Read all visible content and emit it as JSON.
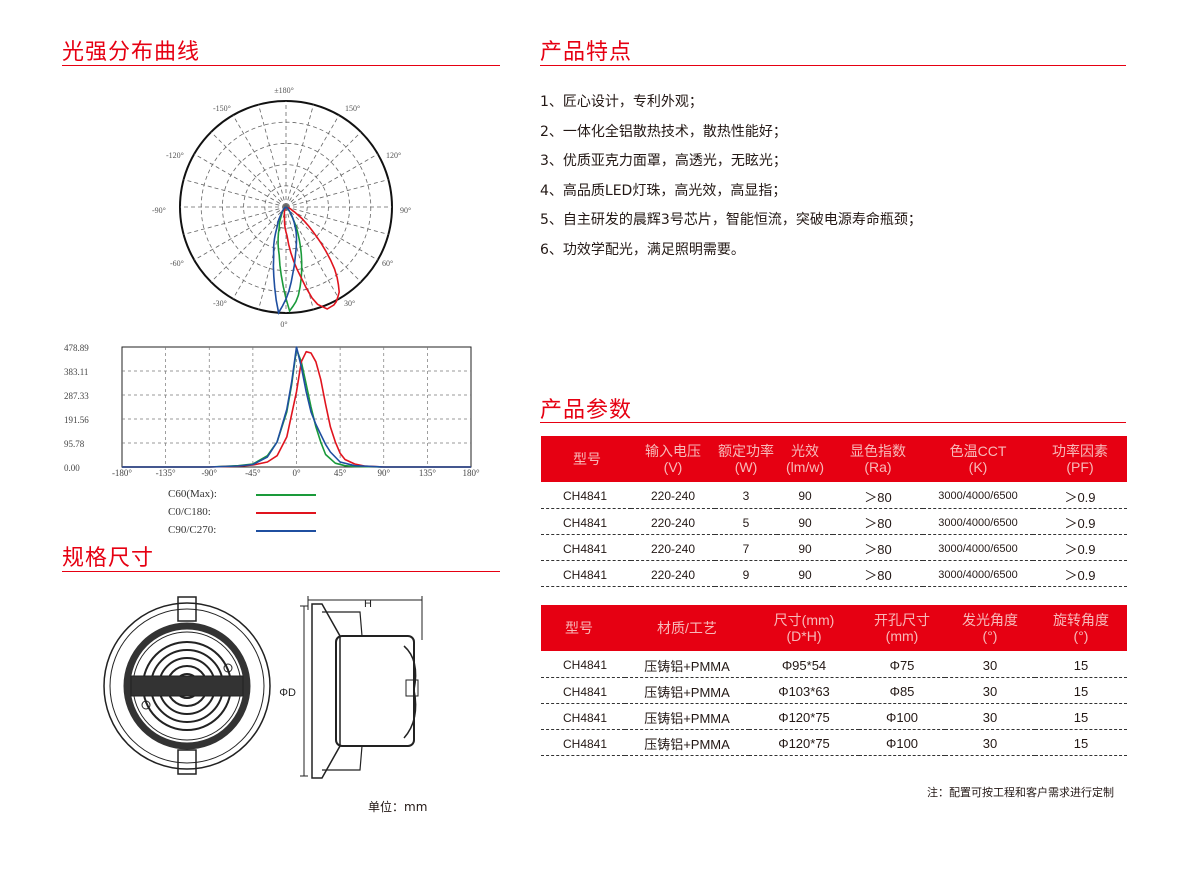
{
  "left_title": "光强分布曲线",
  "features_title": "产品特点",
  "features": [
    "1、匠心设计，专利外观；",
    "2、一体化全铝散热技术，散热性能好；",
    "3、优质亚克力面罩，高透光，无眩光；",
    "4、高品质LED灯珠，高光效，高显指；",
    "5、自主研发的晨辉3号芯片，智能恒流，突破电源寿命瓶颈；",
    "6、功效学配光，满足照明需要。"
  ],
  "params_title": "产品参数",
  "spec_title": "规格尺寸",
  "table1": {
    "headers": [
      [
        "型号"
      ],
      [
        "输入电压",
        "(V)"
      ],
      [
        "额定功率",
        "(W)"
      ],
      [
        "光效",
        "(lm/w)"
      ],
      [
        "显色指数",
        "(Ra)"
      ],
      [
        "色温CCT",
        "(K)"
      ],
      [
        "功率因素",
        "(PF)"
      ]
    ],
    "rows": [
      [
        "CH4841",
        "220-240",
        "3",
        "90",
        "＞80",
        "3000/4000/6500",
        "＞0.9"
      ],
      [
        "CH4841",
        "220-240",
        "5",
        "90",
        "＞80",
        "3000/4000/6500",
        "＞0.9"
      ],
      [
        "CH4841",
        "220-240",
        "7",
        "90",
        "＞80",
        "3000/4000/6500",
        "＞0.9"
      ],
      [
        "CH4841",
        "220-240",
        "9",
        "90",
        "＞80",
        "3000/4000/6500",
        "＞0.9"
      ]
    ]
  },
  "table2": {
    "headers": [
      [
        "型号"
      ],
      [
        "材质/工艺"
      ],
      [
        "尺寸(mm)",
        "(D*H)"
      ],
      [
        "开孔尺寸",
        "(mm)"
      ],
      [
        "发光角度",
        "(°)"
      ],
      [
        "旋转角度",
        "(°)"
      ]
    ],
    "rows": [
      [
        "CH4841",
        "压铸铝+PMMA",
        "Φ95*54",
        "Φ75",
        "30",
        "15"
      ],
      [
        "CH4841",
        "压铸铝+PMMA",
        "Φ103*63",
        "Φ85",
        "30",
        "15"
      ],
      [
        "CH4841",
        "压铸铝+PMMA",
        "Φ120*75",
        "Φ100",
        "30",
        "15"
      ],
      [
        "CH4841",
        "压铸铝+PMMA",
        "Φ120*75",
        "Φ100",
        "30",
        "15"
      ]
    ]
  },
  "note": "注：配置可按工程和客户需求进行定制",
  "unit": "单位：mm",
  "dimension_labels": {
    "h": "H",
    "d": "ΦD"
  },
  "polar_labels": {
    "top": "±180°",
    "upper_left": "-150°",
    "upper_right": "150°",
    "mid_upper_left": "-120°",
    "mid_upper_right": "120°",
    "left": "-90°",
    "right": "90°",
    "lower_left": "-60°",
    "lower_right": "60°",
    "bottom_left": "-30°",
    "bottom_right": "30°",
    "bottom": "0°"
  },
  "chart_data": {
    "type": "line",
    "title": "",
    "xlabel": "",
    "ylabel": "",
    "x_ticks": [
      "-180°",
      "-135°",
      "-90°",
      "-45°",
      "0°",
      "45°",
      "90°",
      "135°",
      "180°"
    ],
    "y_ticks": [
      "478.89",
      "383.11",
      "287.33",
      "191.56",
      "95.78",
      "0.00"
    ],
    "xlim": [
      -180,
      180
    ],
    "ylim": [
      0,
      478.89
    ],
    "grid": true,
    "legend_placement": "bottom",
    "series": [
      {
        "name": "C60(Max):",
        "color": "#1a9a3a",
        "x": [
          -180,
          -90,
          -60,
          -45,
          -30,
          -20,
          -10,
          -5,
          0,
          5,
          10,
          15,
          20,
          25,
          30,
          40,
          50,
          60,
          90,
          180
        ],
        "y": [
          0,
          0,
          5,
          12,
          45,
          100,
          220,
          330,
          470,
          420,
          330,
          240,
          160,
          100,
          50,
          15,
          5,
          2,
          0,
          0
        ]
      },
      {
        "name": "C0/C180:",
        "color": "#e0141e",
        "x": [
          -180,
          -90,
          -60,
          -45,
          -30,
          -20,
          -10,
          0,
          5,
          10,
          15,
          20,
          25,
          30,
          35,
          40,
          45,
          50,
          60,
          70,
          90,
          180
        ],
        "y": [
          0,
          0,
          3,
          8,
          20,
          45,
          120,
          300,
          420,
          460,
          455,
          420,
          350,
          250,
          160,
          100,
          55,
          30,
          12,
          4,
          0,
          0
        ]
      },
      {
        "name": "C90/C270:",
        "color": "#1f4fa0",
        "x": [
          -180,
          -90,
          -60,
          -45,
          -30,
          -20,
          -10,
          -5,
          0,
          5,
          10,
          15,
          20,
          25,
          30,
          35,
          45,
          60,
          90,
          180
        ],
        "y": [
          0,
          0,
          4,
          10,
          40,
          100,
          230,
          340,
          478.89,
          400,
          300,
          220,
          170,
          130,
          90,
          60,
          20,
          5,
          0,
          0
        ]
      }
    ]
  }
}
